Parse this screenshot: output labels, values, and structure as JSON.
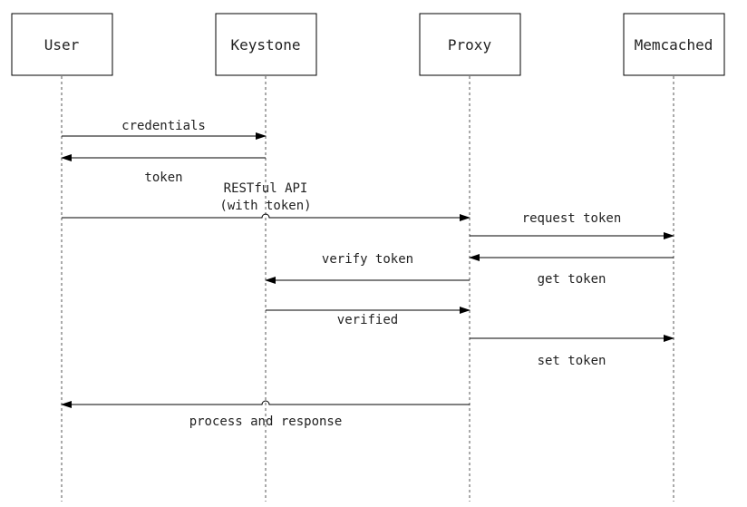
{
  "actors": [
    {
      "id": "user",
      "label": "User"
    },
    {
      "id": "keystone",
      "label": "Keystone"
    },
    {
      "id": "proxy",
      "label": "Proxy"
    },
    {
      "id": "memcached",
      "label": "Memcached"
    }
  ],
  "messages": [
    {
      "from": "user",
      "to": "keystone",
      "label": "credentials"
    },
    {
      "from": "keystone",
      "to": "user",
      "label": "token"
    },
    {
      "from": "user",
      "to": "proxy",
      "label": "RESTful API\n(with token)"
    },
    {
      "from": "proxy",
      "to": "memcached",
      "label": "request token"
    },
    {
      "from": "memcached",
      "to": "proxy",
      "label": "get token"
    },
    {
      "from": "proxy",
      "to": "keystone",
      "label": "verify token"
    },
    {
      "from": "keystone",
      "to": "proxy",
      "label": "verified"
    },
    {
      "from": "proxy",
      "to": "memcached",
      "label": "set token"
    },
    {
      "from": "proxy",
      "to": "user",
      "label": "process and response"
    }
  ],
  "colors": {
    "line": "#000000",
    "lifeline": "#555555",
    "text": "#222222"
  }
}
